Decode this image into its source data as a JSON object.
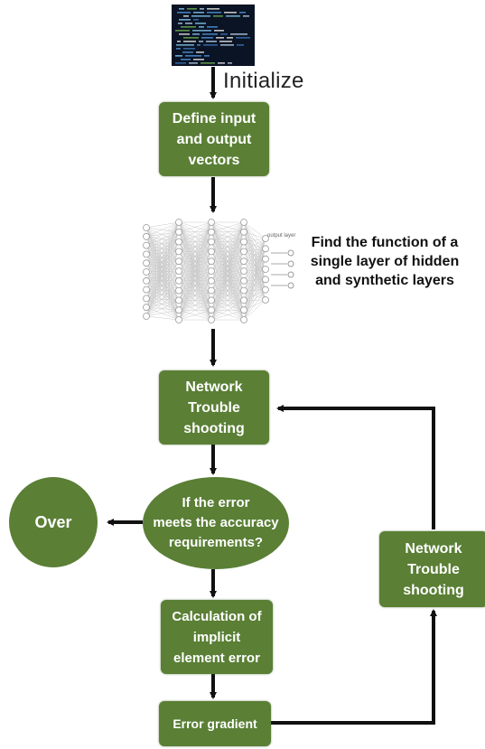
{
  "start": {
    "label": "Initialize",
    "image": "code-screen-image"
  },
  "nodes": {
    "define_vectors": "Define input\nand output\nvectors",
    "hidden_layers": "Find the function of a\nsingle layer of hidden\nand synthetic layers",
    "troubleshoot_main": "Network\nTrouble\nshooting",
    "decision": "If the error\nmeets the accuracy\nrequirements?",
    "over": "Over",
    "implicit_error": "Calculation of\nimplicit\nelement error",
    "error_gradient": "Error gradient",
    "troubleshoot_loop": "Network\nTrouble\nshooting"
  },
  "nn_image": {
    "icon": "neural-network-image",
    "output_label": "output layer"
  },
  "colors": {
    "node_fill": "#5a7f35",
    "node_text": "#ffffff",
    "arrow": "#111111"
  }
}
